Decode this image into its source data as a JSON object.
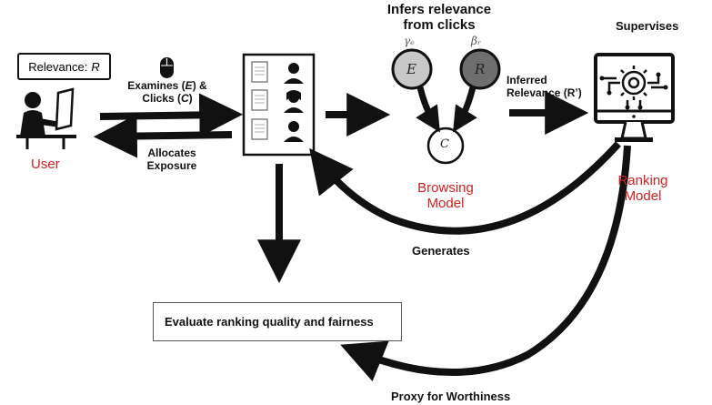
{
  "user": {
    "bubble_prefix": "Relevance:",
    "bubble_var": "R",
    "label": "User"
  },
  "arrows": {
    "examines_clicks": [
      "Examines (",
      "E",
      ") &",
      "Clicks (",
      "C",
      ")"
    ],
    "allocates": [
      "Allocates",
      "Exposure"
    ],
    "generates": "Generates",
    "proxy": "Proxy for Worthiness",
    "inferred": [
      "Inferred",
      "Relevance (R’)"
    ]
  },
  "browsing": {
    "title": [
      "Infers relevance",
      "from clicks"
    ],
    "label": [
      "Browsing",
      "Model"
    ],
    "nodes": {
      "e": "E",
      "r": "R",
      "c": "C"
    },
    "params": {
      "gamma": "γₑ",
      "beta": "βᵣ"
    }
  },
  "ranking": {
    "supervises": "Supervises",
    "label": [
      "Ranking",
      "Model"
    ]
  },
  "evaluate": "Evaluate ranking quality and fairness",
  "colors": {
    "accent": "#d42020",
    "node_e": "#c8c8c8",
    "node_r": "#6e6e6e",
    "ink": "#111111"
  }
}
